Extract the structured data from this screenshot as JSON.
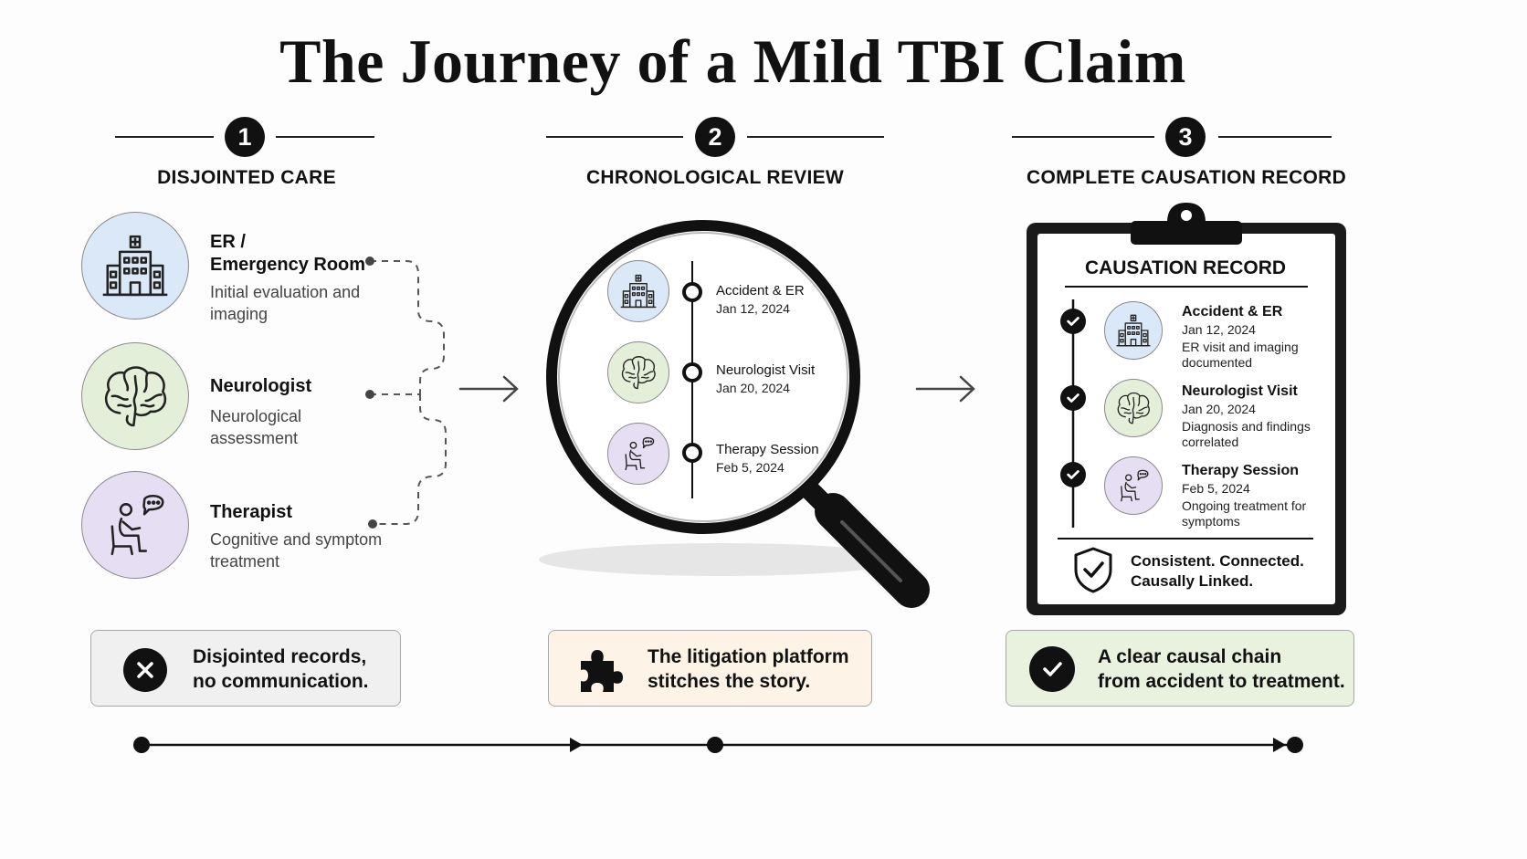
{
  "title": "The Journey of a Mild TBI Claim",
  "phases": [
    {
      "number": "1",
      "title": "DISJOINTED CARE"
    },
    {
      "number": "2",
      "title": "CHRONOLOGICAL REVIEW"
    },
    {
      "number": "3",
      "title": "COMPLETE CAUSATION RECORD"
    }
  ],
  "providers": [
    {
      "name_line1": "ER /",
      "name_line2": "Emergency Room",
      "desc": "Initial evaluation and imaging",
      "icon": "hospital-icon",
      "color": "#dbe8f7"
    },
    {
      "name": "Neurologist",
      "desc": "Neurological assessment",
      "icon": "brain-icon",
      "color": "#e4efd9"
    },
    {
      "name": "Therapist",
      "desc": "Cognitive and symptom treatment",
      "icon": "therapist-icon",
      "color": "#e6def3"
    }
  ],
  "review_timeline": [
    {
      "label": "Accident & ER",
      "date": "Jan 12, 2024"
    },
    {
      "label": "Neurologist Visit",
      "date": "Jan 20, 2024"
    },
    {
      "label": "Therapy Session",
      "date": "Feb 5, 2024"
    }
  ],
  "causation_record": {
    "title": "CAUSATION RECORD",
    "entries": [
      {
        "name": "Accident & ER",
        "date": "Jan 12, 2024",
        "note": "ER visit and imaging documented"
      },
      {
        "name": "Neurologist Visit",
        "date": "Jan 20, 2024",
        "note": "Diagnosis and findings correlated"
      },
      {
        "name": "Therapy Session",
        "date": "Feb 5, 2024",
        "note": "Ongoing treatment for symptoms"
      }
    ],
    "footer_line1": "Consistent. Connected.",
    "footer_line2": "Causally Linked."
  },
  "callouts": [
    {
      "line1": "Disjointed records,",
      "line2": "no communication.",
      "icon": "x-icon",
      "bg": "#f0f0f0"
    },
    {
      "line1": "The litigation platform",
      "line2": "stitches the story.",
      "icon": "puzzle-icon",
      "bg": "#fdf3e6"
    },
    {
      "line1": "A clear causal chain",
      "line2": "from accident to treatment.",
      "icon": "check-icon",
      "bg": "#e9f1df"
    }
  ],
  "colors": {
    "ink": "#111111",
    "blue": "#dbe8f7",
    "green": "#e4efd9",
    "purple": "#e6def3"
  }
}
